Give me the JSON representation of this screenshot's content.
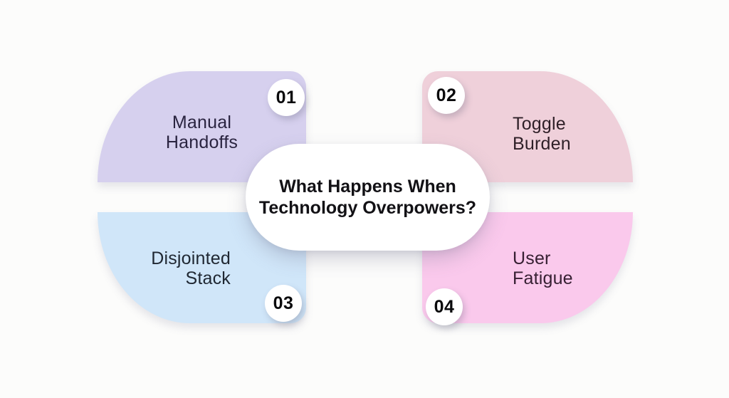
{
  "title": {
    "line1": "What Happens When",
    "line2": "Technology Overpowers?"
  },
  "items": [
    {
      "number": "01",
      "label_line1": "Manual",
      "label_line2": "Handoffs",
      "color": "#d6d0ee",
      "text_color": "#2a2440",
      "position": "top-left"
    },
    {
      "number": "02",
      "label_line1": "Toggle",
      "label_line2": "Burden",
      "color": "#efd0da",
      "text_color": "#2e1f27",
      "position": "top-right"
    },
    {
      "number": "03",
      "label_line1": "Disjointed",
      "label_line2": "Stack",
      "color": "#d0e6f9",
      "text_color": "#202833",
      "position": "bottom-left"
    },
    {
      "number": "04",
      "label_line1": "User",
      "label_line2": "Fatigue",
      "color": "#fac9ec",
      "text_color": "#372033",
      "position": "bottom-right"
    }
  ],
  "colors": {
    "background": "#fcfcfb",
    "card": "#ffffff",
    "badge_bg": "#ffffff",
    "badge_text": "#0a0a0c",
    "title_text": "#121115"
  }
}
